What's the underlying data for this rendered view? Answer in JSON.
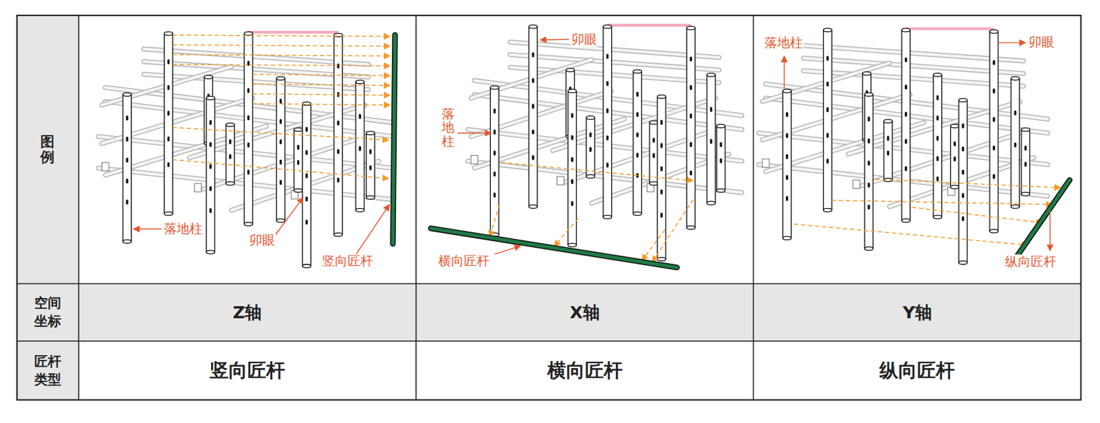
{
  "diagram": {
    "labels": [
      "图例",
      "空间坐标",
      "匠杆类型",
      "落地柱",
      "卯眼",
      "竖向匠杆",
      "卯眼",
      "落地柱",
      "横向匠杆",
      "落地柱",
      "卯眼",
      "纵向匠杆",
      "Z轴",
      "X轴",
      "Y轴",
      "竖向匠杆",
      "横向匠杆",
      "纵向匠杆"
    ]
  }
}
